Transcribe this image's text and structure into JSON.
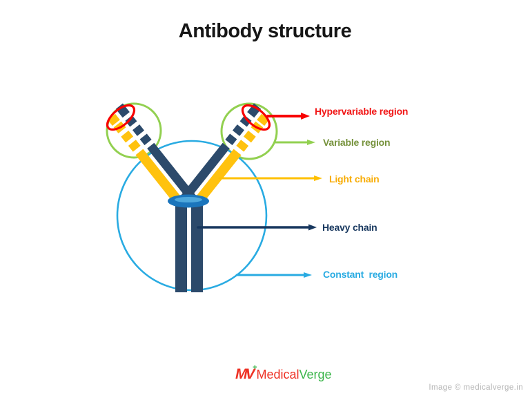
{
  "title": "Antibody structure",
  "diagram": {
    "annotations": {
      "hypervariable": "Hypervariable region",
      "variable": "Variable region",
      "light_chain": "Light chain",
      "heavy_chain": "Heavy chain",
      "constant": "Constant  region"
    }
  },
  "colors": {
    "title_text": "#161616",
    "red_line": "#F80000",
    "red_text": "#F11616",
    "green_line": "#92D050",
    "green_text": "#76923C",
    "gold_bar": "#FFC20E",
    "gold_line": "#FFC000",
    "gold_text": "#F8AC05",
    "navy_bar": "#2C4A6B",
    "navy_dark": "#17375E",
    "sky_blue": "#29ABE2",
    "hinge_blue": "#1B75BC",
    "hinge_highlight": "#4FA8DC",
    "logo_red": "#EE3124",
    "logo_green": "#3AB54A",
    "credit_gray": "#B5B5B5"
  },
  "footer": {
    "logo_mark": "MV",
    "logo_plus": "+",
    "logo_word_red": "Medical",
    "logo_word_green": "Verge",
    "credit": "Image © medicalverge.in"
  }
}
